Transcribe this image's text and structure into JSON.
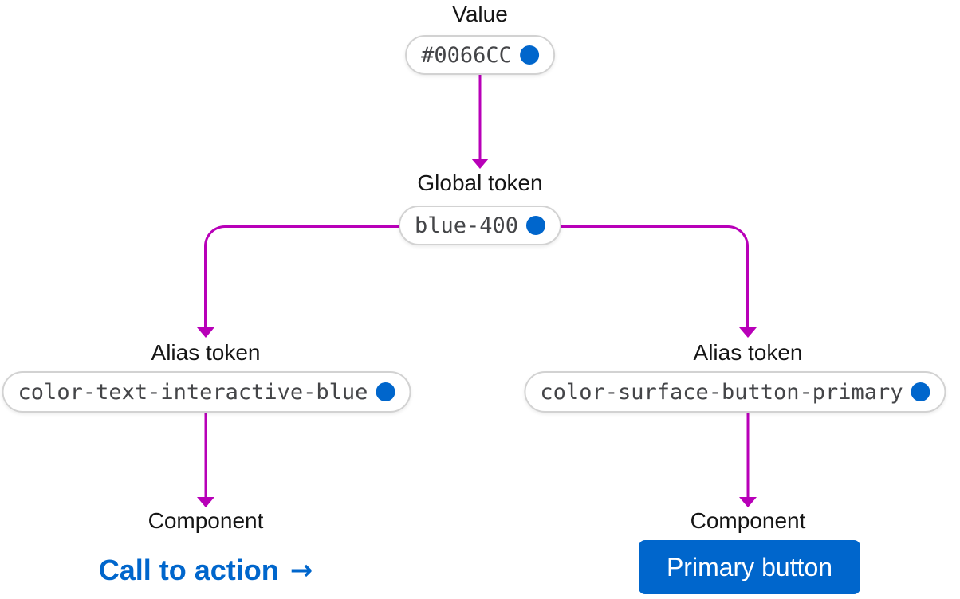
{
  "colors": {
    "connector_magenta": "#B800B8",
    "swatch_blue": "#0066CC",
    "label_text": "#151515",
    "token_text": "#444548",
    "chip_border": "#D2D2D2",
    "chip_background": "#FFFFFF",
    "cta_text": "#0066CC",
    "button_background": "#0066CC",
    "button_text": "#FFFFFF"
  },
  "diagram": {
    "value": {
      "label": "Value",
      "token": "#0066CC",
      "dot_icon": "color-swatch-dot"
    },
    "global_token": {
      "label": "Global token",
      "token": "blue-400",
      "dot_icon": "color-swatch-dot"
    },
    "alias_left": {
      "label": "Alias token",
      "token": "color-text-interactive-blue",
      "dot_icon": "color-swatch-dot"
    },
    "alias_right": {
      "label": "Alias token",
      "token": "color-surface-button-primary",
      "dot_icon": "color-swatch-dot"
    },
    "component_left": {
      "label": "Component",
      "cta_label": "Call to action",
      "cta_arrow": "→"
    },
    "component_right": {
      "label": "Component",
      "button_label": "Primary button"
    }
  }
}
